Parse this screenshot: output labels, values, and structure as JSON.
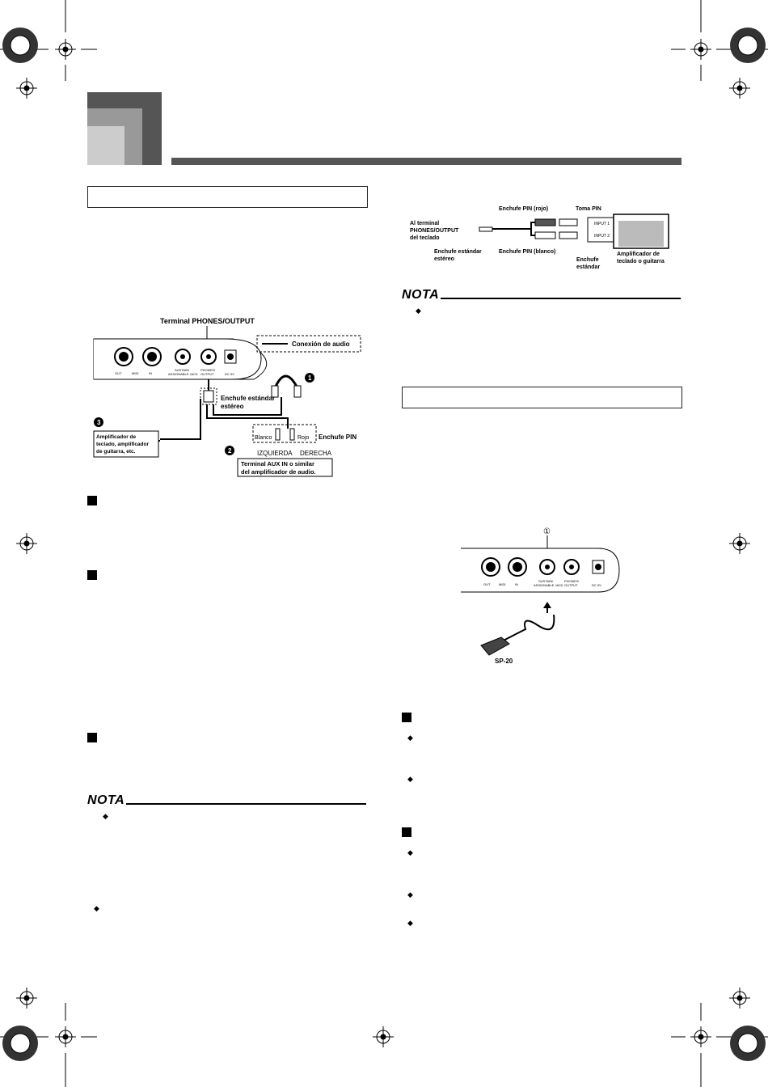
{
  "diagram_top_left": {
    "terminal_label": "Terminal PHONES/OUTPUT",
    "legend_label": "Conexión de audio",
    "jack_labels": [
      "OUT",
      "MIDI",
      "IN",
      "SUSTAIN/",
      "ASSIGNABLE JACK",
      "PHONES/",
      "OUTPUT",
      "DC 9V"
    ],
    "stereo_plug_label_1": "Enchufe estándar",
    "stereo_plug_label_2": "estéreo",
    "pin_plug_label": "Enchufe PIN",
    "white_label": "Blanco",
    "red_label": "Rojo",
    "left_label": "IZQUIERDA",
    "right_label": "DERECHA",
    "aux_label_1": "Terminal AUX IN o similar",
    "aux_label_2": "del amplificador de audio.",
    "amp_label_1": "Amplificador de",
    "amp_label_2": "teclado, amplificador",
    "amp_label_3": "de guitarra, etc.",
    "num_1": "1",
    "num_2": "2",
    "num_3": "3"
  },
  "diagram_top_right": {
    "pin_red": "Enchufe PIN (rojo)",
    "pin_jack": "Toma PIN",
    "terminal_1": "Al terminal",
    "terminal_2": "PHONES/OUTPUT",
    "terminal_3": "del teclado",
    "std_stereo_1": "Enchufe estándar",
    "std_stereo_2": "estéreo",
    "pin_white": "Enchufe PIN (blanco)",
    "std_plug_1": "Enchufe",
    "std_plug_2": "estándar",
    "amp_1": "Amplificador de",
    "amp_2": "teclado o guitarra",
    "input1": "INPUT 1",
    "input2": "INPUT 2"
  },
  "diagram_pedal": {
    "marker": "①",
    "jack_labels": [
      "OUT",
      "MIDI",
      "IN",
      "SUSTAIN/",
      "ASSIGNABLE JACK",
      "PHONES/",
      "OUTPUT",
      "DC 9V"
    ],
    "pedal_label": "SP-20"
  },
  "notes": {
    "nota_left": "NOTA",
    "nota_right": "NOTA"
  },
  "bullet": "◆"
}
